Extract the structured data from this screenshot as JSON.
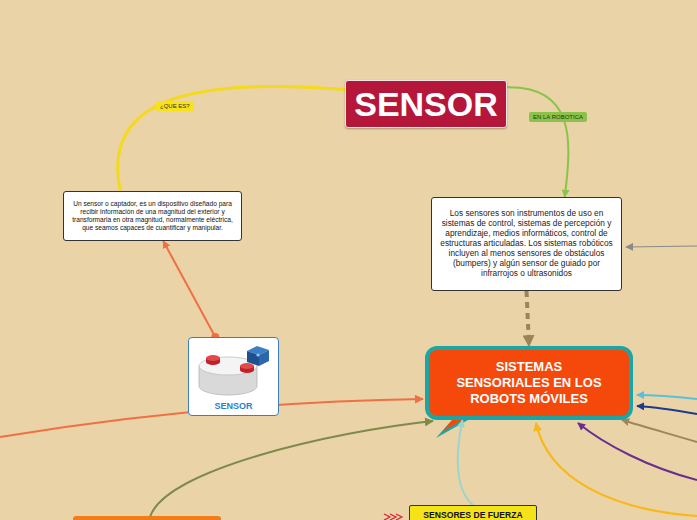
{
  "diagram": {
    "nodes": [
      {
        "text": [
          "SENSOR"
        ]
      },
      {
        "text": [
          "Un sensor o captador, es un dispositivo diseñado para recibir información de una magnitud del exterior y transformarla en otra magnitud, normalmente eléctrica, que seamos capaces de cuantificar y manipular."
        ]
      },
      {
        "text": [
          "Los sensores son instrumentos de uso en sistemas de control, sistemas de percepción y aprendizaje, medios informáticos, control de estructuras articuladas. Los sistemas robóticos incluyen al menos sensores de obstáculos (bumpers) y algún sensor de guiado por infrarrojos o ultrasonidos"
        ]
      },
      {
        "text": [
          "SENSOR"
        ]
      },
      {
        "text": [
          "SISTEMAS SENSORIALES EN LOS ROBOTS MÓVILES"
        ]
      },
      {
        "text": [
          "SENSORES DE FUERZA"
        ]
      }
    ],
    "edges": [
      {
        "from": 0,
        "to": 1,
        "label": "¿QUE ES?",
        "arrow": "none"
      },
      {
        "from": 0,
        "to": 2,
        "label": "EN LA ROBOTICA",
        "arrow": "to"
      },
      {
        "from": 2,
        "to": 4,
        "arrow": "to"
      },
      {
        "from": 3,
        "to": 1,
        "arrow": "to"
      },
      {
        "from": 5,
        "to": 4,
        "arrow": "to"
      }
    ]
  }
}
